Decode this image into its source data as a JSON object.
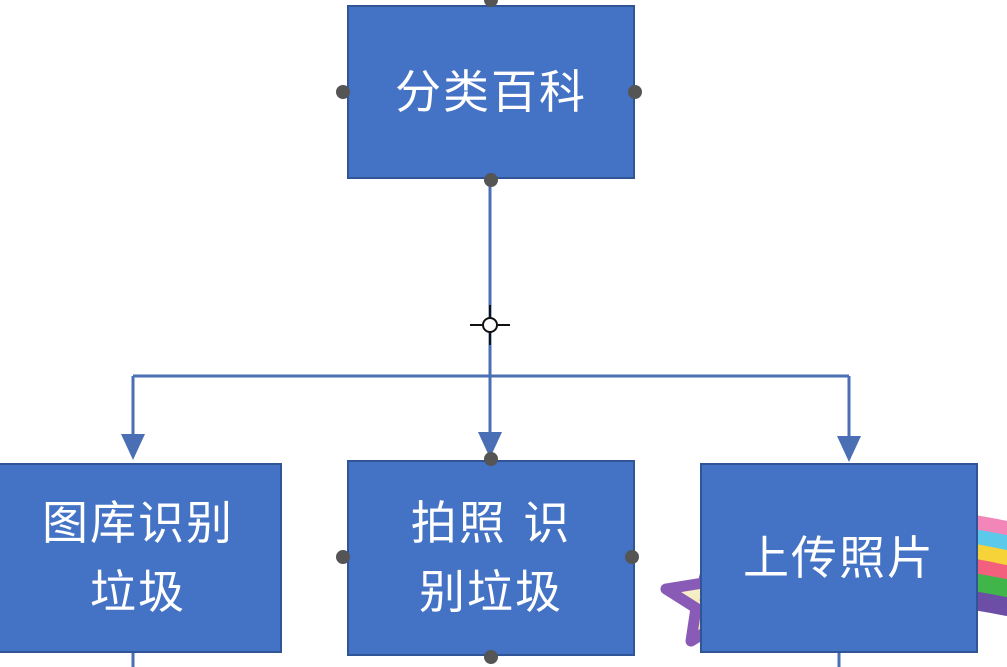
{
  "diagram": {
    "root": {
      "label": "分类百科"
    },
    "children": [
      {
        "label": "图库识别\n垃圾"
      },
      {
        "label": "拍照 识\n别垃圾"
      },
      {
        "label": "上传照片"
      }
    ]
  },
  "colors": {
    "node_fill": "#4472C4",
    "node_border": "#2F5597",
    "node_text": "#FFFFFF",
    "connector": "#4A6FB5",
    "handle": "#555555"
  }
}
